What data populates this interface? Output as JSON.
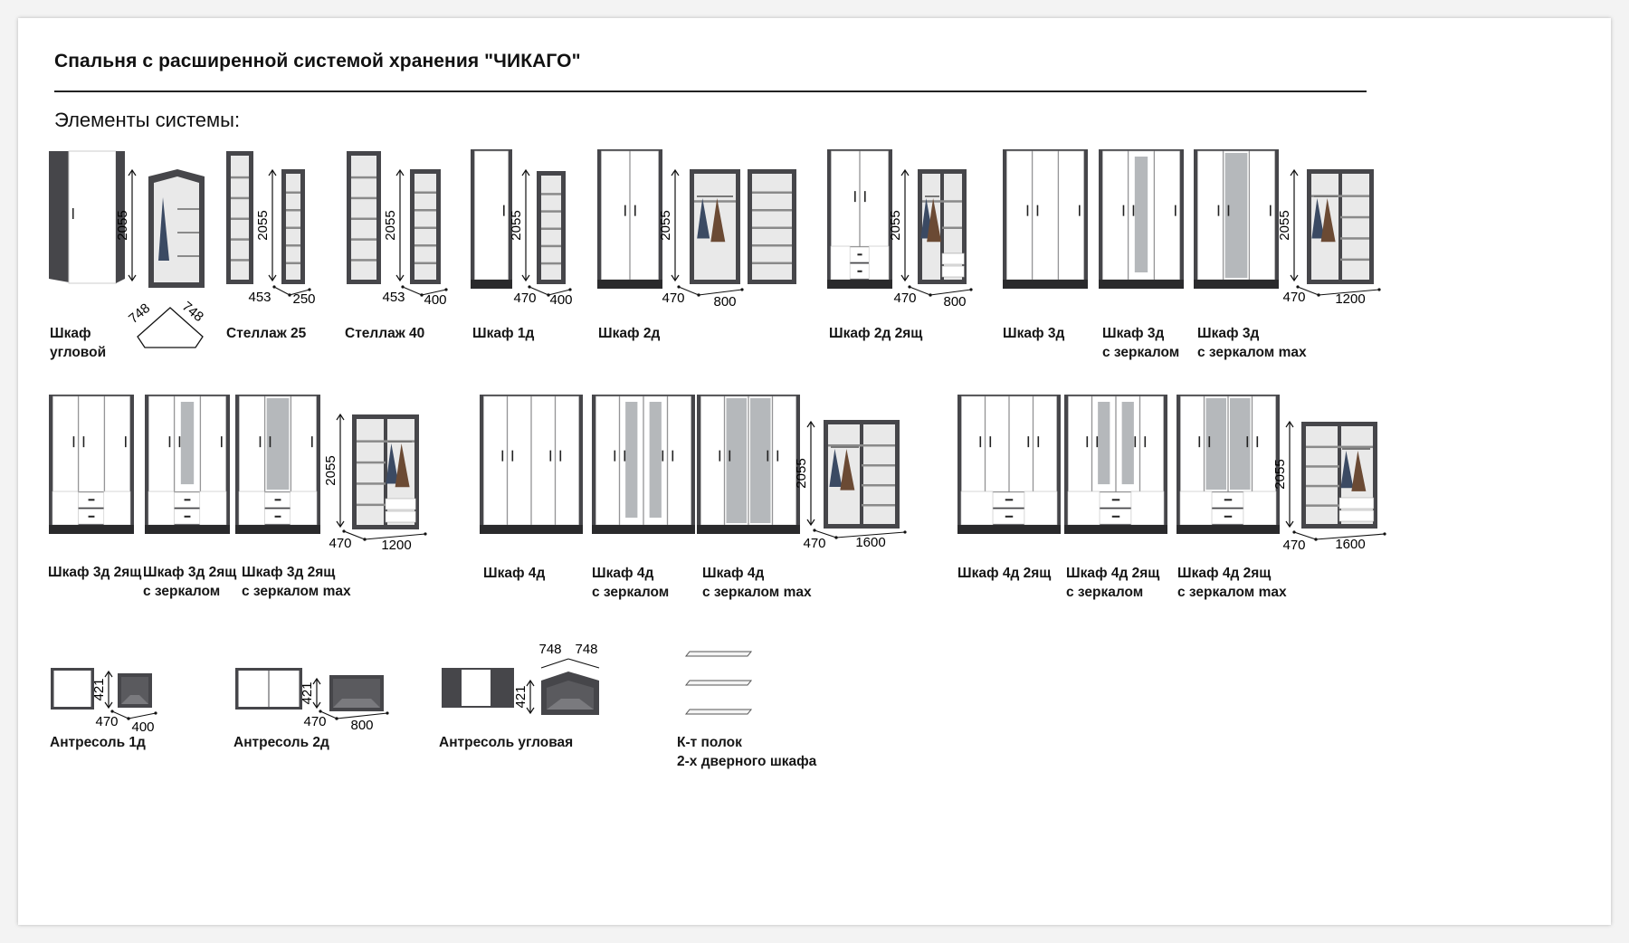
{
  "page": {
    "title": "Спальня с расширенной системой хранения \"ЧИКАГО\"",
    "subtitle": "Элементы системы:"
  },
  "colors": {
    "body": "#46464a",
    "door": "#ffffff",
    "mirror": "#b5b8bb",
    "shadow": "#2a2a2c"
  },
  "dims": {
    "h2055": "2055",
    "h421": "421",
    "d748": "748",
    "d453": "453",
    "d470": "470",
    "w250": "250",
    "w400": "400",
    "w800": "800",
    "w1200": "1200",
    "w1600": "1600"
  },
  "labels": {
    "corner": [
      "Шкаф",
      "угловой"
    ],
    "shelf25": [
      "Стеллаж 25"
    ],
    "shelf40": [
      "Стеллаж 40"
    ],
    "w1d": [
      "Шкаф 1д"
    ],
    "w2d": [
      "Шкаф 2д"
    ],
    "w2d2": [
      "Шкаф 2д 2ящ"
    ],
    "w3d": [
      "Шкаф 3д"
    ],
    "w3dm": [
      "Шкаф 3д",
      "с зеркалом"
    ],
    "w3dmx": [
      "Шкаф 3д",
      "с зеркалом max"
    ],
    "w3d2": [
      "Шкаф 3д 2ящ"
    ],
    "w3d2m": [
      "Шкаф 3д 2ящ",
      "с зеркалом"
    ],
    "w3d2mx": [
      "Шкаф 3д 2ящ",
      "с зеркалом max"
    ],
    "w4d": [
      "Шкаф 4д"
    ],
    "w4dm": [
      "Шкаф 4д",
      "с зеркалом"
    ],
    "w4dmx": [
      "Шкаф 4д",
      "с зеркалом max"
    ],
    "w4d2": [
      "Шкаф 4д 2ящ"
    ],
    "w4d2m": [
      "Шкаф 4д 2ящ",
      "с зеркалом"
    ],
    "w4d2mx": [
      "Шкаф 4д 2ящ",
      "с зеркалом max"
    ],
    "a1d": [
      "Антресоль 1д"
    ],
    "a2d": [
      "Антресоль 2д"
    ],
    "acorner": [
      "Антресоль угловая"
    ],
    "shelves": [
      "К-т полок",
      "2-х дверного шкафа"
    ]
  },
  "icons": [
    "corner-wardrobe-icon",
    "shelving-icon",
    "wardrobe-icon",
    "open-wardrobe-icon",
    "mezzanine-icon",
    "shelf-icon",
    "dimension-arrow-icon"
  ]
}
